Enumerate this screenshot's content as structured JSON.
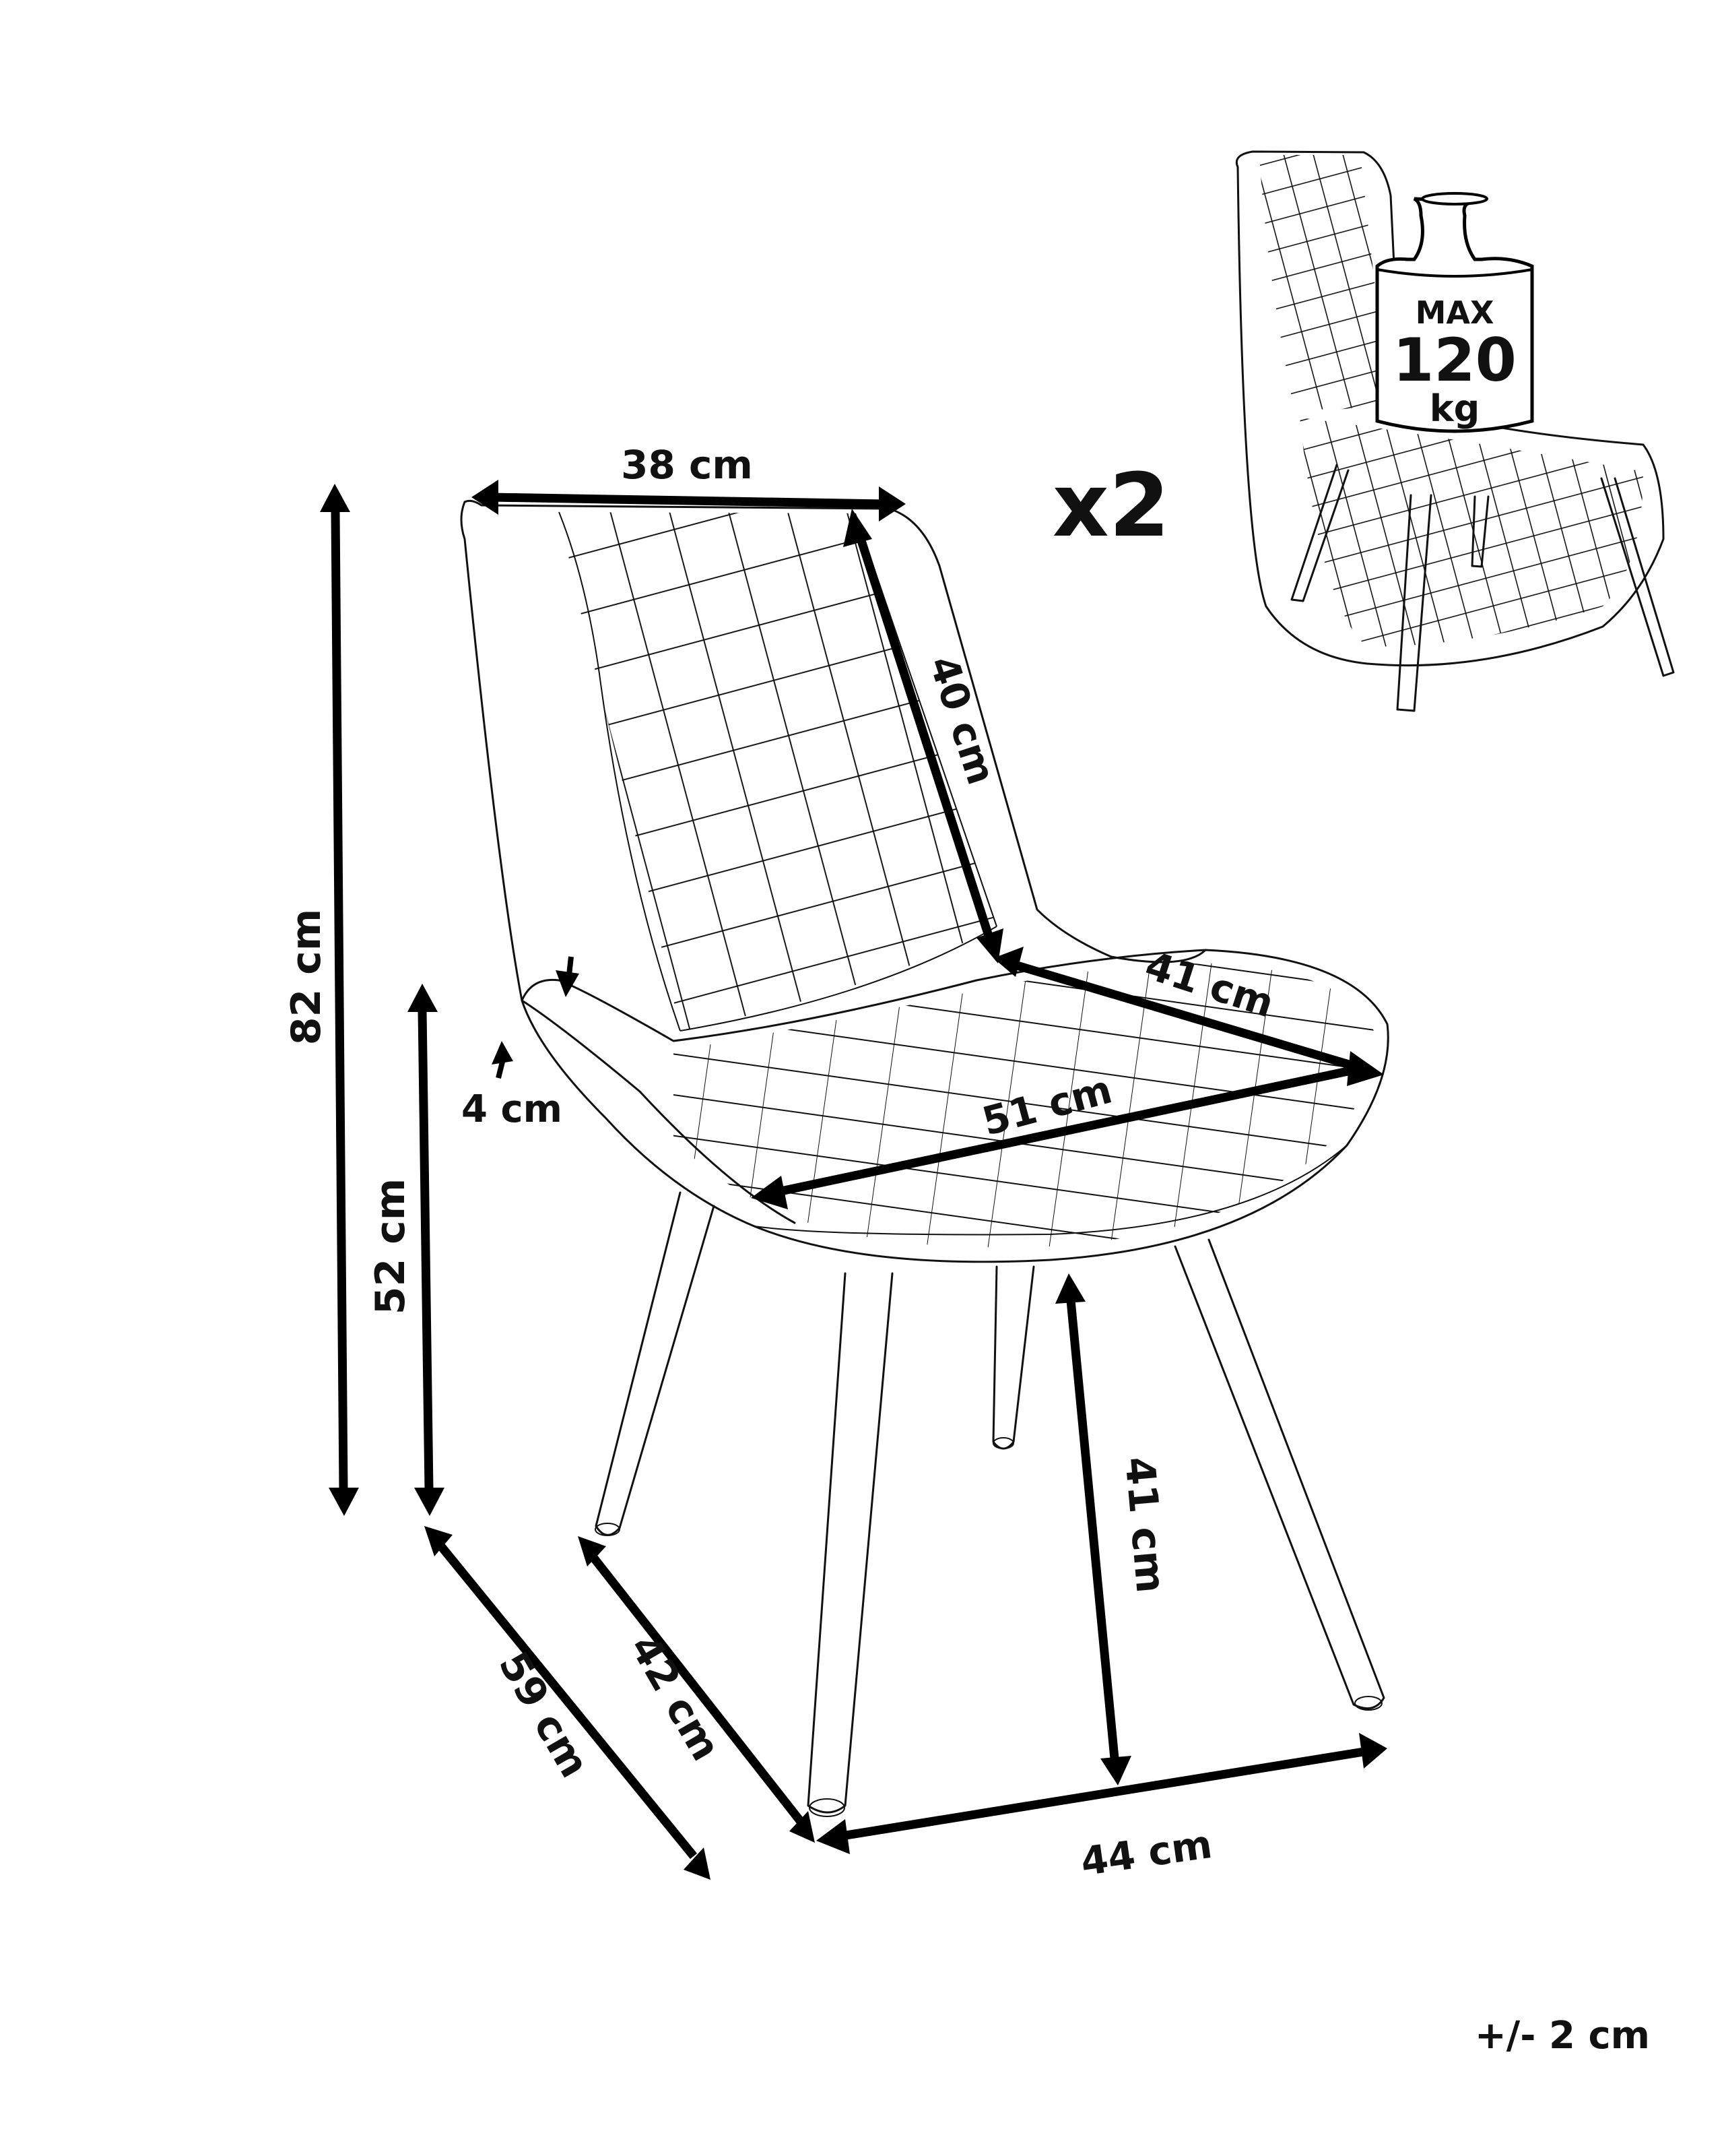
{
  "diagram": {
    "type": "product-dimension-drawing",
    "subject": "dining chair (quilted upholstery, 4 tapered legs)",
    "quantity_label": "x2",
    "tolerance_label": "+/- 2 cm",
    "max_load": {
      "line1": "MAX",
      "line2": "120",
      "line3": "kg"
    },
    "dimensions": {
      "backrest_width": "38 cm",
      "backrest_height": "40 cm",
      "seat_depth": "41 cm",
      "seat_width": "51 cm",
      "armrest_thickness": "4 cm",
      "total_height": "82 cm",
      "armrest_height": "52 cm",
      "seat_height": "41 cm",
      "total_depth": "59 cm",
      "leg_depth": "42 cm",
      "leg_width": "44 cm"
    },
    "colors": {
      "line": "#111111",
      "background": "#ffffff"
    }
  }
}
